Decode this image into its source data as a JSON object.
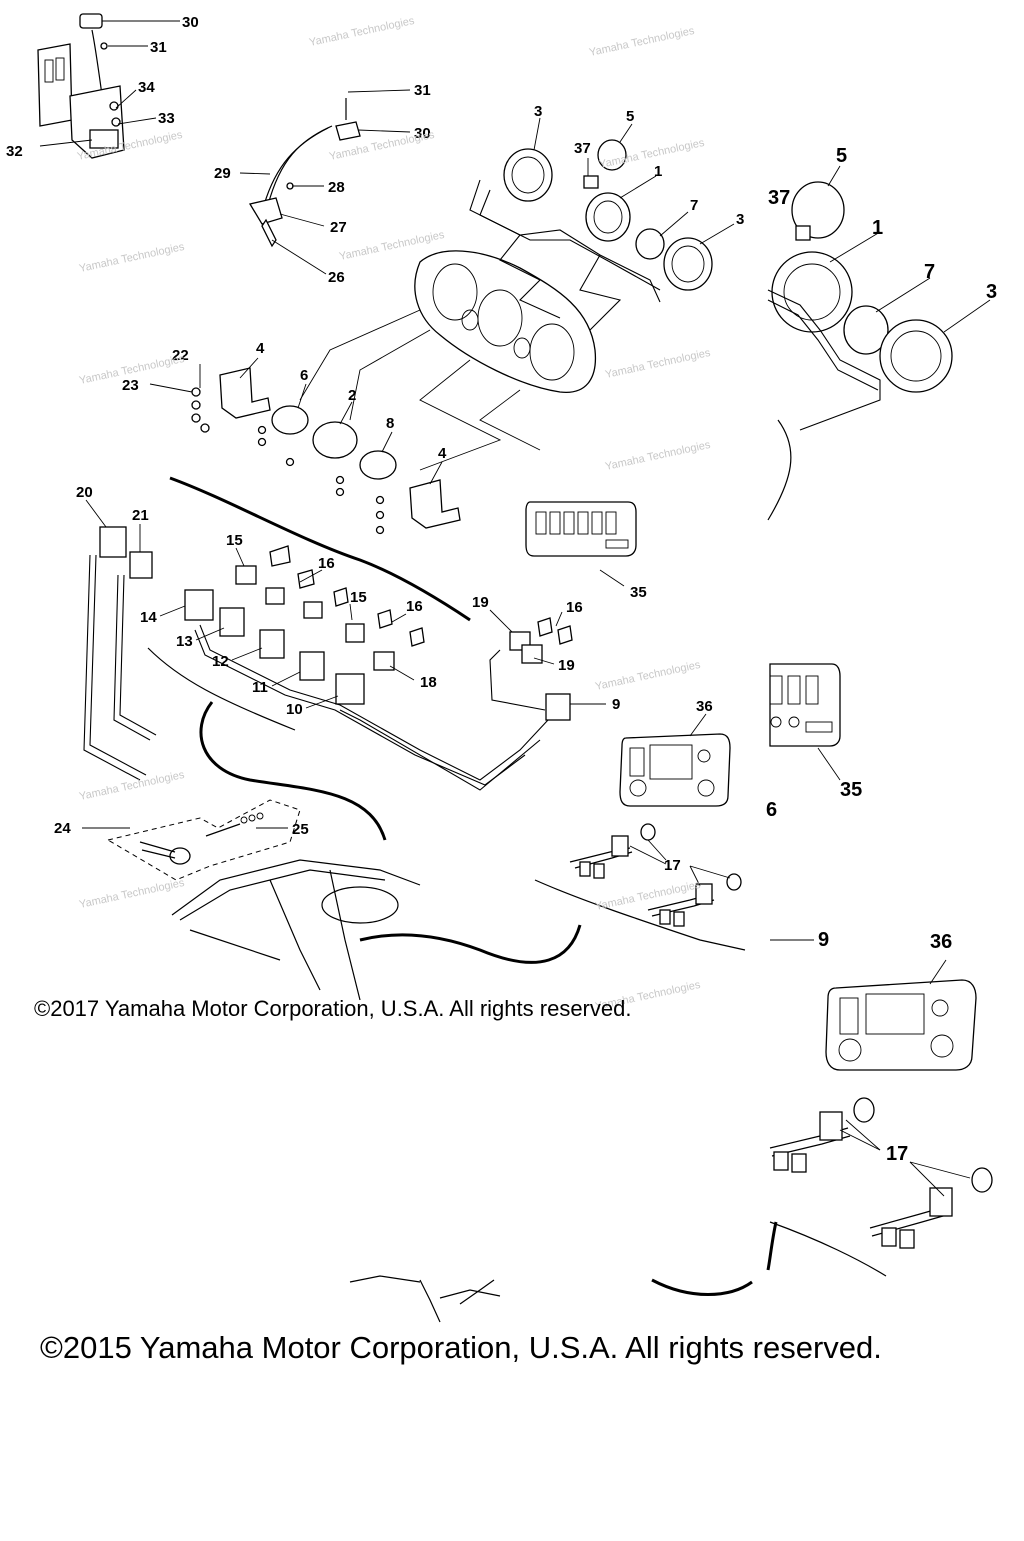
{
  "copyright_2017": "©2017 Yamaha Motor Corporation, U.S.A. All rights reserved.",
  "copyright_2015": "©2015 Yamaha Motor Corporation, U.S.A. All rights reserved.",
  "labels_main": [
    "30",
    "31",
    "34",
    "33",
    "32",
    "31",
    "30",
    "29",
    "28",
    "27",
    "26",
    "3",
    "5",
    "37",
    "1",
    "7",
    "3",
    "4",
    "22",
    "23",
    "6",
    "2",
    "8",
    "4",
    "20",
    "21",
    "15",
    "16",
    "15",
    "16",
    "14",
    "13",
    "12",
    "11",
    "10",
    "18",
    "19",
    "16",
    "19",
    "9",
    "35",
    "36",
    "24",
    "25",
    "17",
    "17"
  ],
  "labels_inset": [
    "5",
    "37",
    "1",
    "7",
    "3",
    "35",
    "6",
    "9",
    "36",
    "17",
    "17"
  ],
  "watermark": "Yamaha Technologies"
}
